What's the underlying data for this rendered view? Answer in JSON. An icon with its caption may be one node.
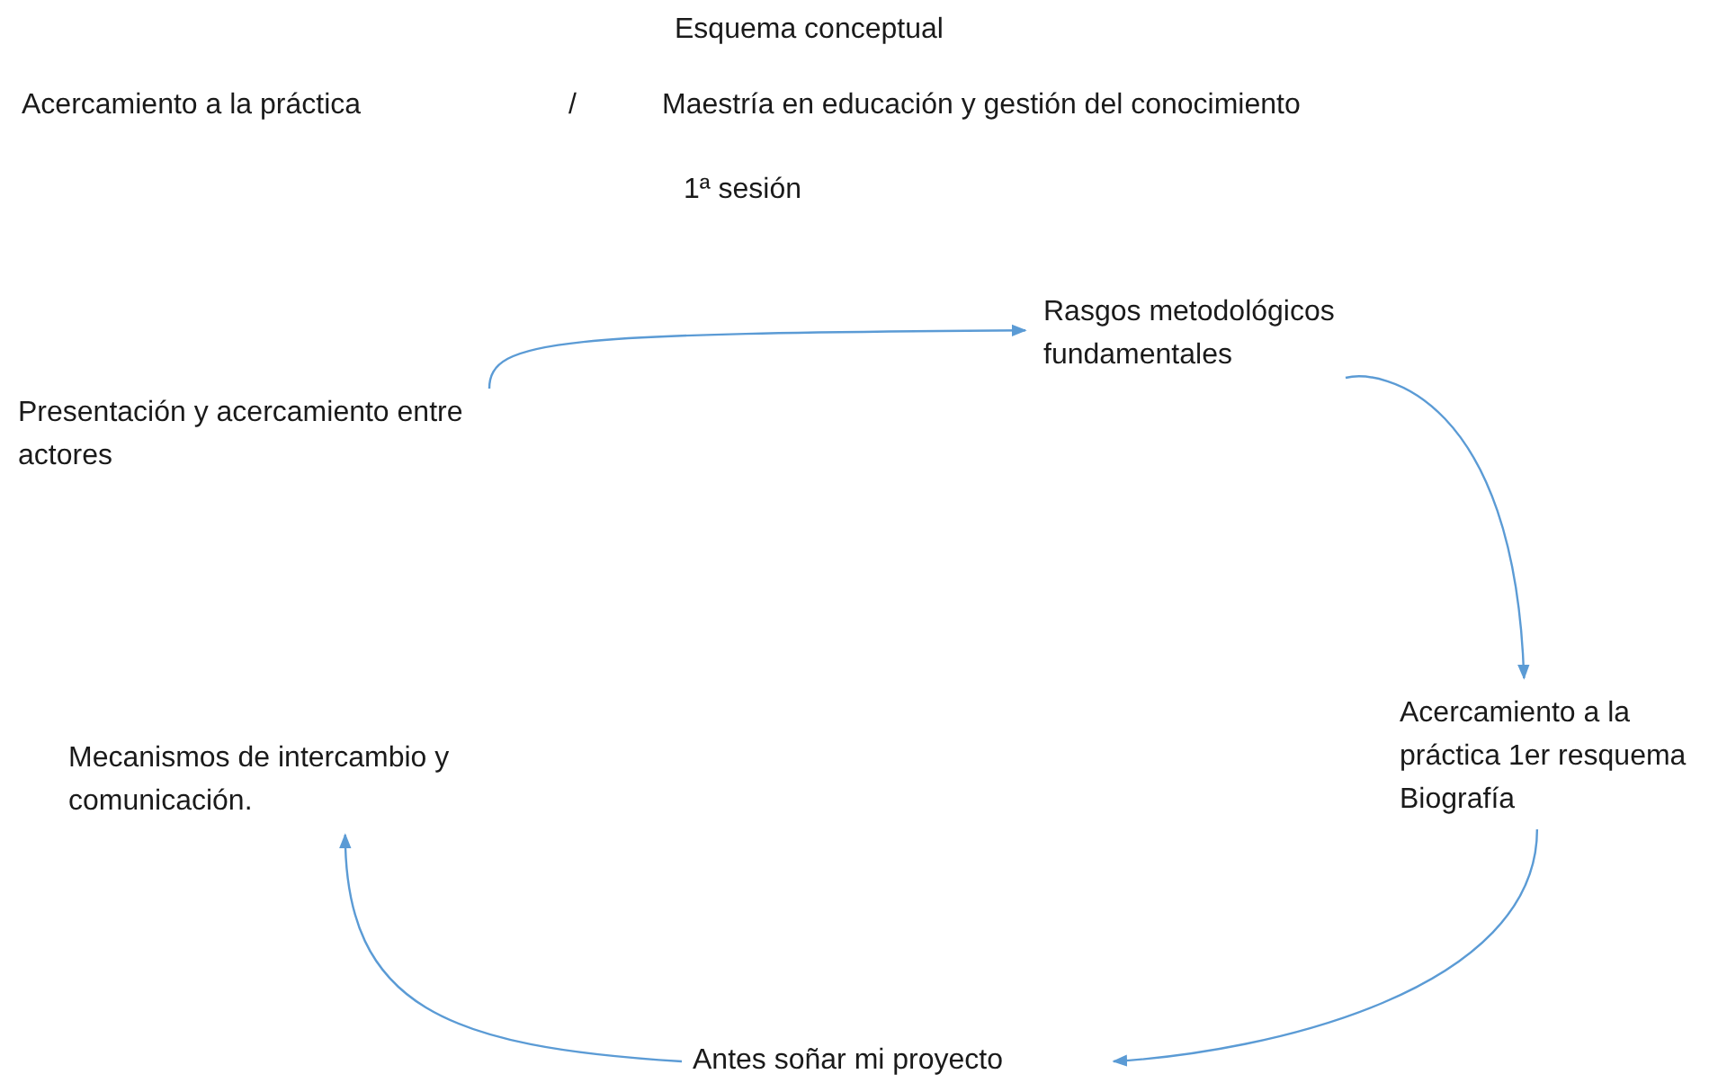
{
  "diagram": {
    "title": "Esquema conceptual",
    "nodes": [
      {
        "text": [
          "Presentación y acercamiento entre actores"
        ]
      },
      {
        "text": [
          "Rasgos metodológicos fundamentales"
        ]
      },
      {
        "text": [
          "Acercamiento a la práctica 1er resquema Biografía"
        ]
      },
      {
        "text": [
          "Antes soñar mi proyecto"
        ]
      },
      {
        "text": [
          "Mecanismos de intercambio y comunicación."
        ]
      }
    ],
    "edges": [
      {
        "from": 0,
        "to": 1,
        "arrow": "to"
      },
      {
        "from": 1,
        "to": 2,
        "arrow": "to"
      },
      {
        "from": 2,
        "to": 3,
        "arrow": "to"
      },
      {
        "from": 3,
        "to": 4,
        "arrow": "to"
      }
    ],
    "labels": [
      "Acercamiento a la práctica",
      "/",
      "Maestría en educación y gestión del conocimiento",
      "1ª sesión"
    ]
  }
}
